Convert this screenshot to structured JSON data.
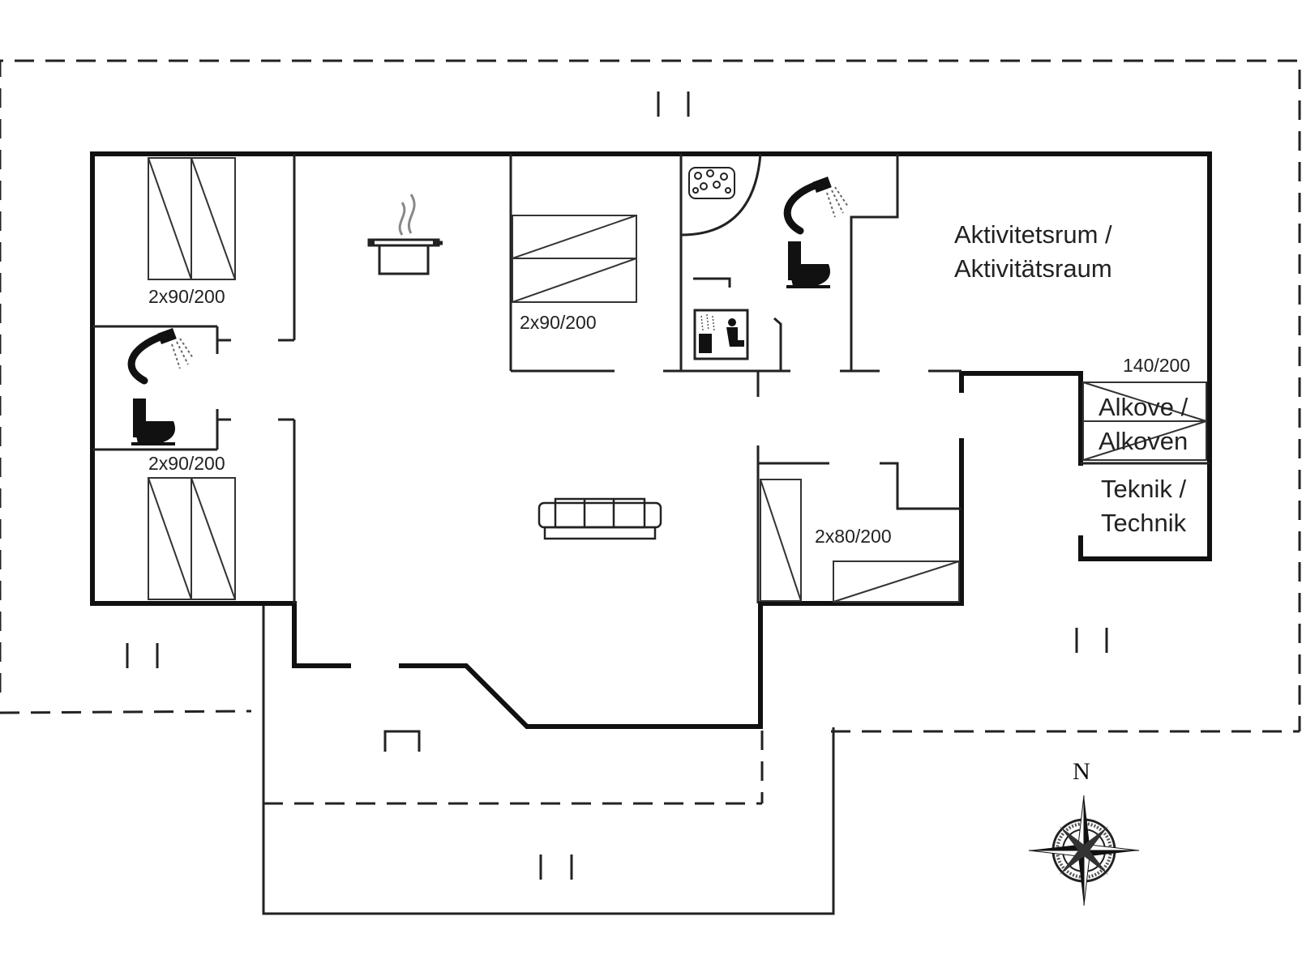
{
  "rooms": {
    "activity_room": {
      "line1": "Aktivitetsrum /",
      "line2": "Aktivitätsraum"
    },
    "alcove": {
      "line1": "Alkove /",
      "line2": "Alkoven"
    },
    "technical": {
      "line1": "Teknik /",
      "line2": "Technik"
    }
  },
  "beds": {
    "bedroom_top_left": "2x90/200",
    "bedroom_bottom_left": "2x90/200",
    "bedroom_top_middle": "2x90/200",
    "bedroom_right": "2x80/200",
    "alcove_bed": "140/200"
  },
  "compass": {
    "north_label": "N"
  },
  "icons": {
    "kitchen": "cooking-pot-icon",
    "living": "sofa-icon",
    "shower": "shower-icon",
    "toilet": "toilet-icon",
    "whirlpool": "whirlpool-icon",
    "sauna": "sauna-icon",
    "compass": "compass-rose-icon"
  }
}
